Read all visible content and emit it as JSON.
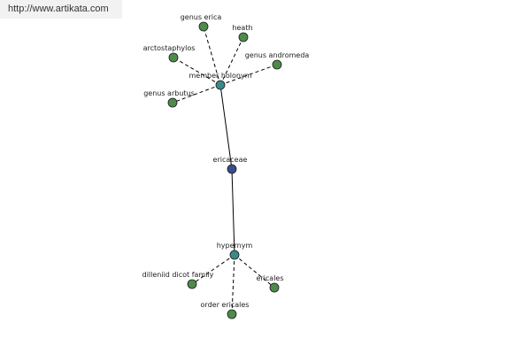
{
  "banner": {
    "url": "http://www.artikata.com"
  },
  "colors": {
    "center": "#3a4c8c",
    "relation": "#3b8a8a",
    "leaf": "#4f8a4a",
    "edge": "#000000"
  },
  "graph": {
    "center": {
      "label": "ericaceae"
    },
    "relations": [
      {
        "label": "member holonym",
        "children": [
          {
            "label": "genus erica"
          },
          {
            "label": "heath"
          },
          {
            "label": "arctostaphylos"
          },
          {
            "label": "genus andromeda"
          },
          {
            "label": "genus arbutus"
          }
        ]
      },
      {
        "label": "hypernym",
        "children": [
          {
            "label": "dilleniid dicot family"
          },
          {
            "label": "ericales"
          },
          {
            "label": "order ericales"
          }
        ]
      }
    ]
  }
}
